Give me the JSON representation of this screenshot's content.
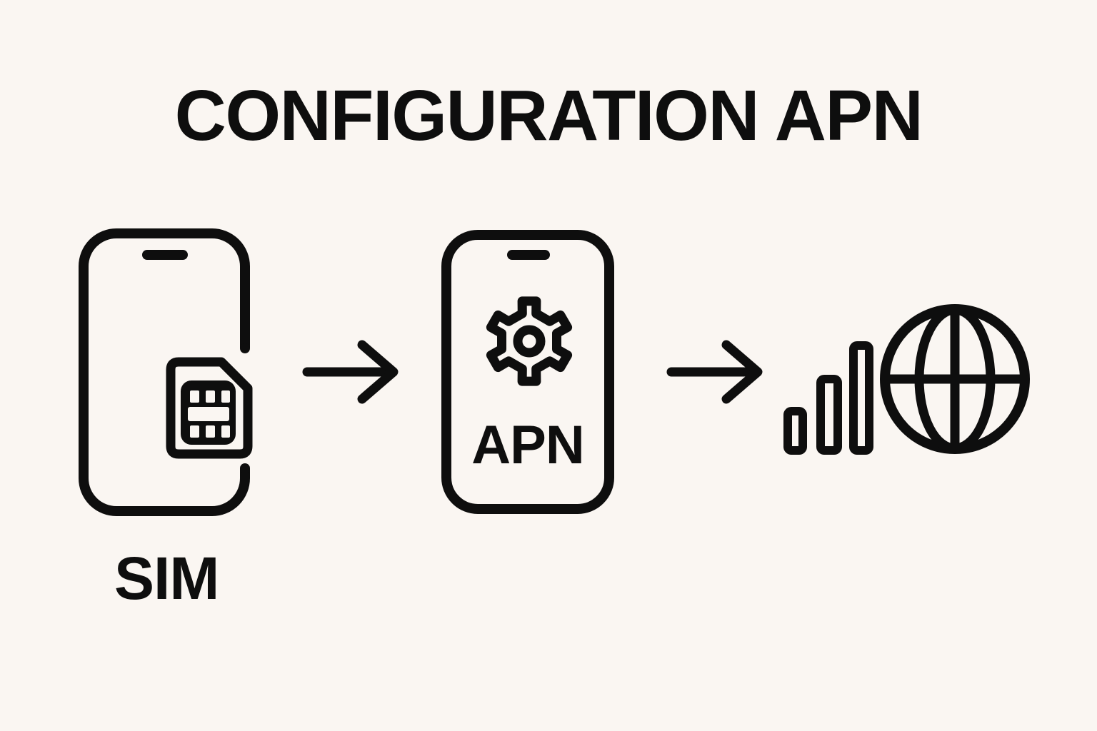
{
  "colors": {
    "bg": "#FAF6F2",
    "ink": "#0E0E0E"
  },
  "title": "CONFIGURATION APN",
  "steps": [
    {
      "name": "insert-sim",
      "label": "SIM",
      "icon": "smartphone-with-sim-card-icon"
    },
    {
      "name": "configure-apn",
      "label": "APN",
      "icon": "smartphone-with-gear-icon"
    },
    {
      "name": "network-connected",
      "label": "",
      "icon": "signal-bars-and-globe-icon"
    }
  ],
  "connectors": [
    {
      "icon": "right-arrow-icon"
    },
    {
      "icon": "right-arrow-icon"
    }
  ]
}
